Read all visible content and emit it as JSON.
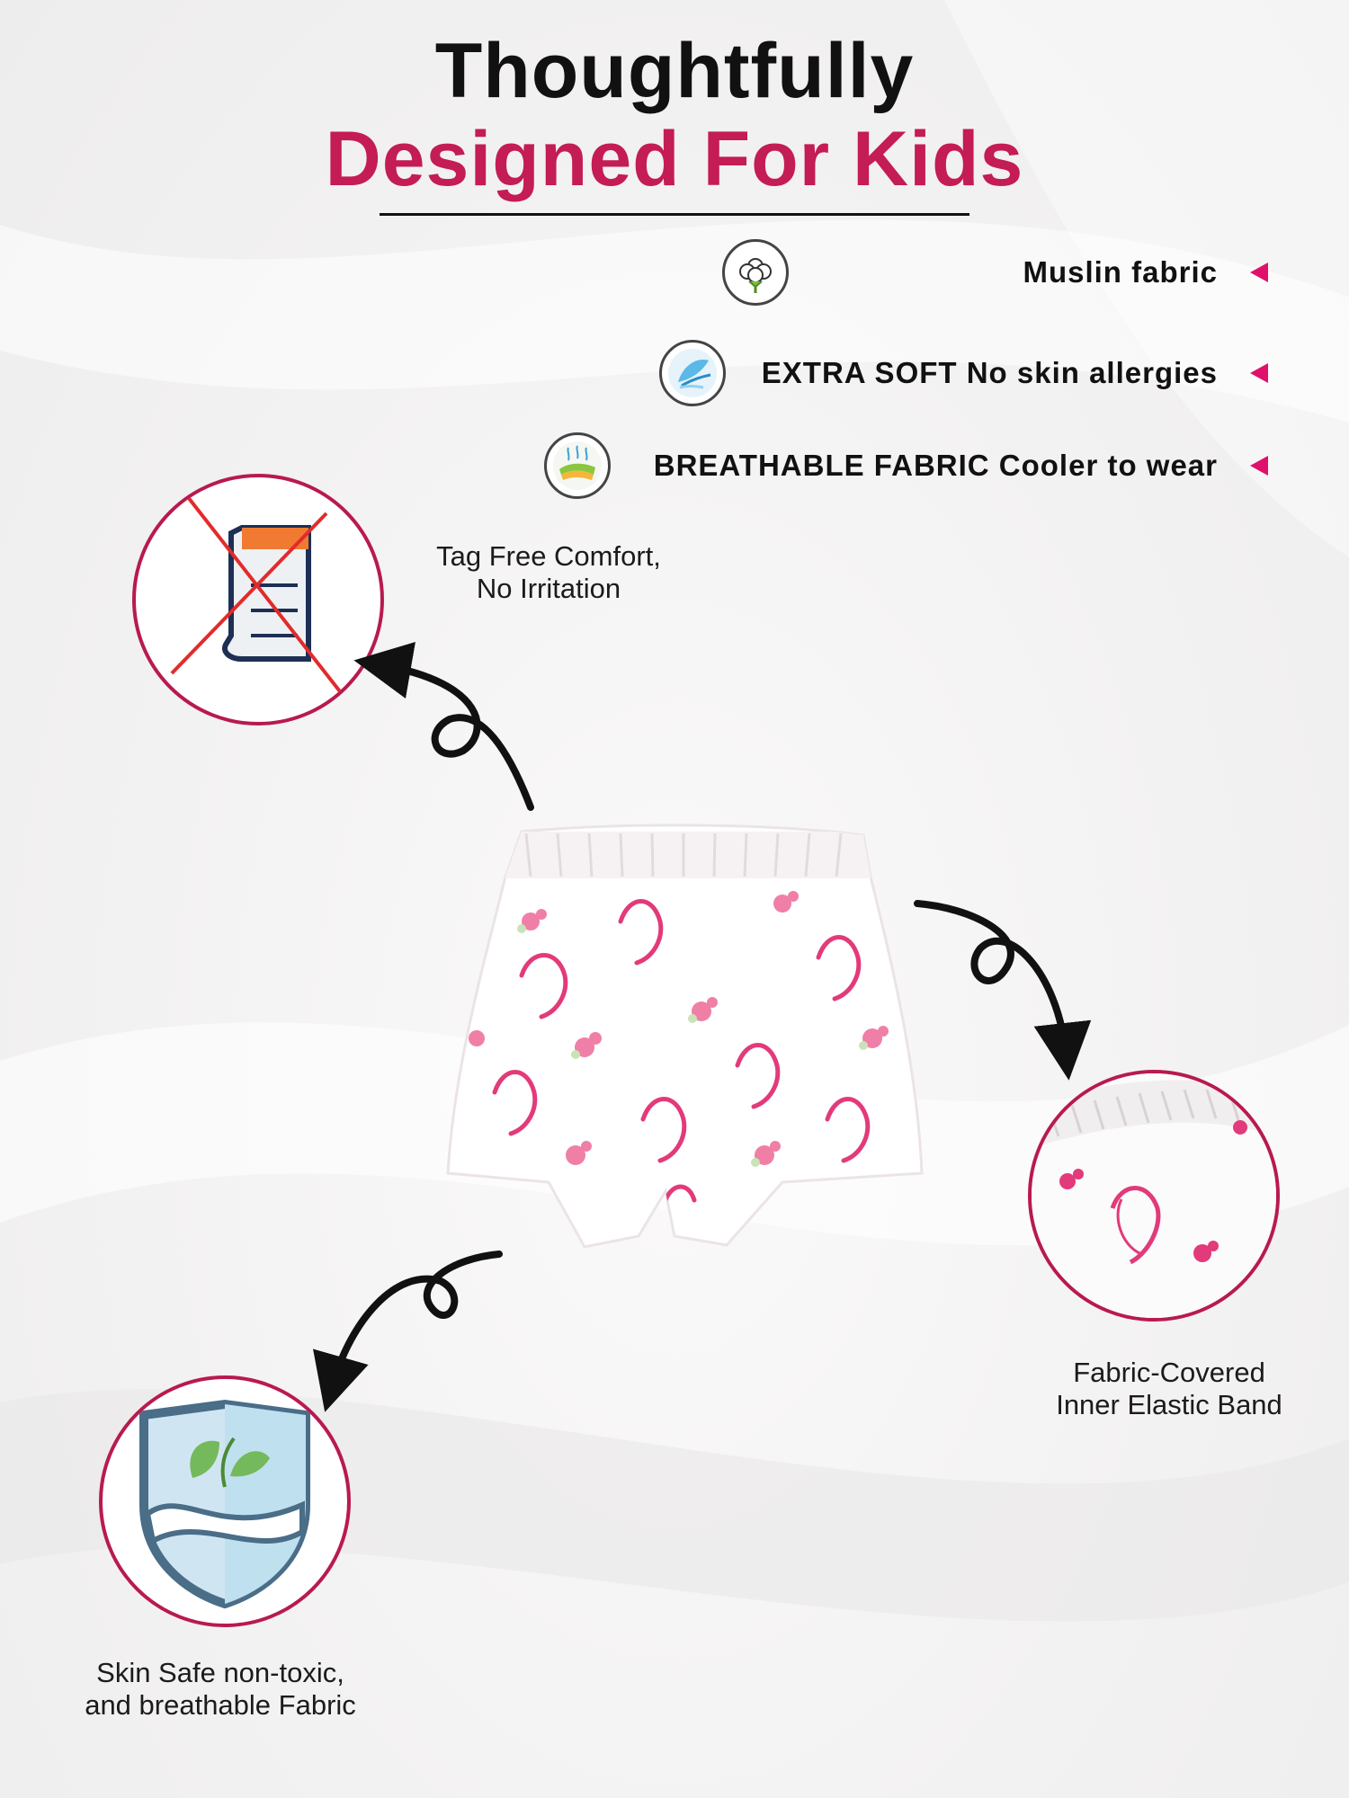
{
  "header": {
    "line1": "Thoughtfully",
    "line2": "Designed For Kids"
  },
  "features": [
    {
      "label": "Muslin fabric",
      "icon": "cotton-flower-icon"
    },
    {
      "label": "EXTRA SOFT No skin allergies",
      "icon": "feather-icon"
    },
    {
      "label": "BREATHABLE FABRIC Cooler to wear",
      "icon": "breathable-layer-icon"
    }
  ],
  "callouts": {
    "tag_free": {
      "line1": "Tag Free Comfort,",
      "line2": "No Irritation",
      "icon": "no-tag-icon"
    },
    "elastic": {
      "line1": "Fabric-Covered",
      "line2": "Inner Elastic Band",
      "icon": "waistband-closeup"
    },
    "skin_safe": {
      "line1": "Skin Safe non-toxic,",
      "line2": "and breathable Fabric",
      "icon": "shield-leaf-icon"
    }
  },
  "colors": {
    "accent": "#c41c54",
    "ring": "#b81a4f",
    "marker": "#e0116a",
    "print_pink": "#e23a7a"
  }
}
